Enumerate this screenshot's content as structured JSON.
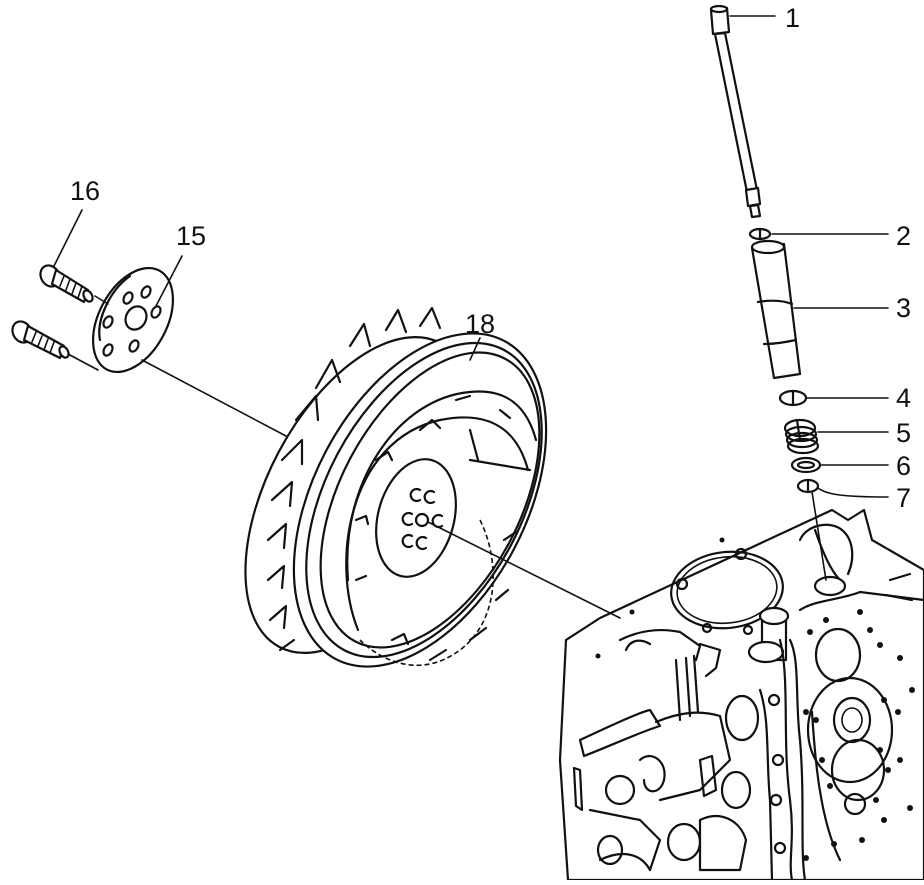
{
  "diagram": {
    "type": "exploded parts view",
    "background_color": "#ffffff",
    "line_color": "#111111",
    "callouts": [
      {
        "id": "1",
        "label": "1",
        "part": "pushrod tube"
      },
      {
        "id": "2",
        "label": "2",
        "part": "o-ring"
      },
      {
        "id": "3",
        "label": "3",
        "part": "tube sleeve"
      },
      {
        "id": "4",
        "label": "4",
        "part": "washer"
      },
      {
        "id": "5",
        "label": "5",
        "part": "spring"
      },
      {
        "id": "6",
        "label": "6",
        "part": "washer"
      },
      {
        "id": "7",
        "label": "7",
        "part": "o-ring"
      },
      {
        "id": "15",
        "label": "15",
        "part": "flange plate"
      },
      {
        "id": "16",
        "label": "16",
        "part": "cap screw"
      },
      {
        "id": "18",
        "label": "18",
        "part": "cooling fan wheel"
      }
    ]
  }
}
